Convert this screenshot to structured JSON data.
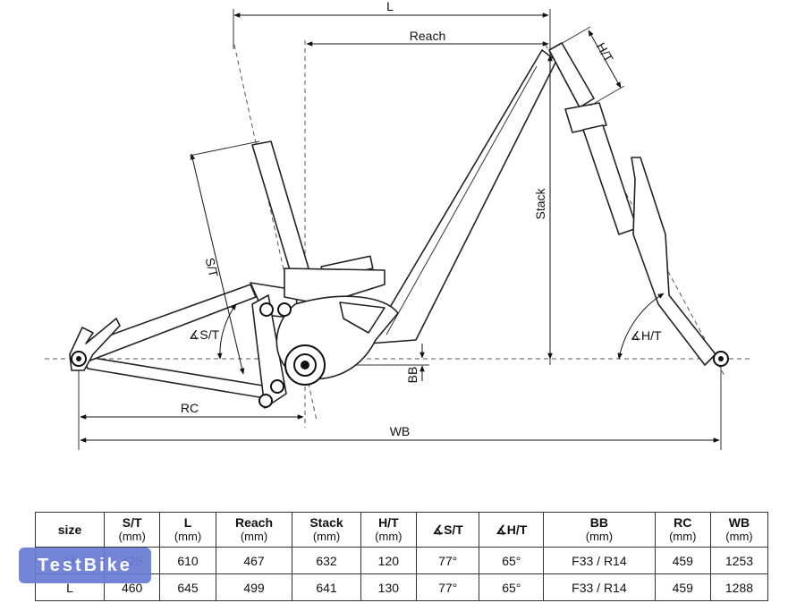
{
  "diagram": {
    "labels": {
      "l": "L",
      "reach": "Reach",
      "ht": "H/T",
      "stack": "Stack",
      "st": "S/T",
      "st_angle": "∡S/T",
      "ht_angle": "∡H/T",
      "bb": "BB",
      "rc": "RC",
      "wb": "WB"
    }
  },
  "table": {
    "headers": [
      {
        "label": "size",
        "unit": ""
      },
      {
        "label": "S/T",
        "unit": "(mm)"
      },
      {
        "label": "L",
        "unit": "(mm)"
      },
      {
        "label": "Reach",
        "unit": "(mm)"
      },
      {
        "label": "Stack",
        "unit": "(mm)"
      },
      {
        "label": "H/T",
        "unit": "(mm)"
      },
      {
        "label": "∡S/T",
        "unit": ""
      },
      {
        "label": "∡H/T",
        "unit": ""
      },
      {
        "label": "BB",
        "unit": "(mm)"
      },
      {
        "label": "RC",
        "unit": "(mm)"
      },
      {
        "label": "WB",
        "unit": "(mm)"
      }
    ],
    "rows": [
      [
        "M",
        "425",
        "610",
        "467",
        "632",
        "120",
        "77°",
        "65°",
        "F33 / R14",
        "459",
        "1253"
      ],
      [
        "L",
        "460",
        "645",
        "499",
        "641",
        "130",
        "77°",
        "65°",
        "F33 / R14",
        "459",
        "1288"
      ]
    ]
  },
  "watermark": {
    "text": "TestBike"
  }
}
